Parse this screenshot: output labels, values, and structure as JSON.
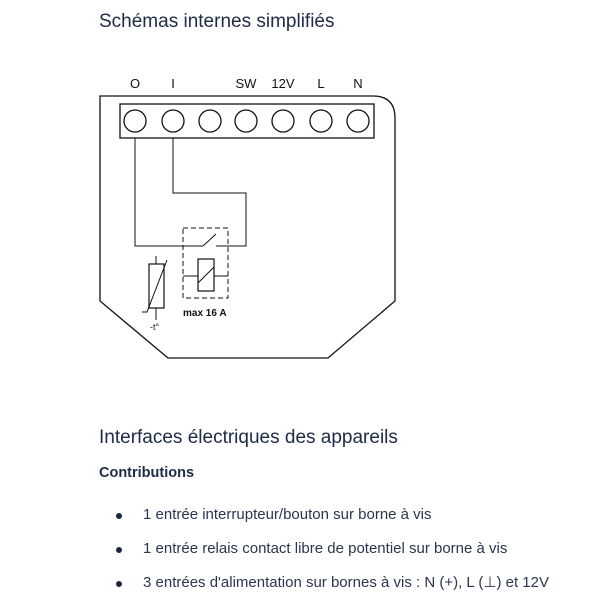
{
  "schematics": {
    "title": "Schémas internes simplifiés",
    "terminals": [
      "O",
      "I",
      "",
      "SW",
      "12V",
      "L",
      "N"
    ],
    "relay_label": "max 16 A",
    "thermistor_label": "-t°"
  },
  "interfaces": {
    "title": "Interfaces électriques des appareils",
    "subheading": "Contributions",
    "items": [
      "1 entrée interrupteur/bouton sur borne à vis",
      "1 entrée relais contact libre de potentiel sur borne à vis",
      "3 entrées d'alimentation sur bornes à vis : N (+), L (⊥) et 12V"
    ]
  }
}
